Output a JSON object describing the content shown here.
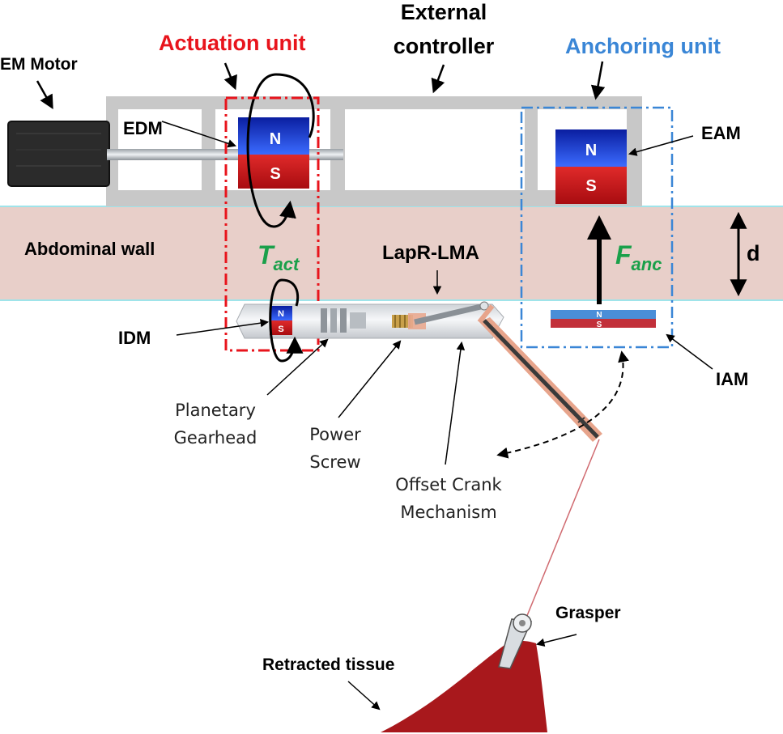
{
  "labels": {
    "em_motor": "EM Motor",
    "actuation_unit": "Actuation unit",
    "external_controller_line1": "External",
    "external_controller_line2": "controller",
    "anchoring_unit": "Anchoring unit",
    "edm": "EDM",
    "eam": "EAM",
    "abdominal_wall": "Abdominal wall",
    "t_act_main": "T",
    "t_act_sub": "act",
    "lapr_lma": "LapR-LMA",
    "f_anc_main": "F",
    "f_anc_sub": "anc",
    "d": "d",
    "idm": "IDM",
    "iam": "IAM",
    "planetary_line1": "Planetary",
    "planetary_line2": "Gearhead",
    "power_line1": "Power",
    "power_line2": "Screw",
    "offset_line1": "Offset Crank",
    "offset_line2": "Mechanism",
    "grasper": "Grasper",
    "retracted_tissue": "Retracted tissue"
  },
  "magnet_poles": {
    "north": "N",
    "south": "S"
  },
  "colors": {
    "actuation_unit": "#e8141c",
    "anchoring_unit": "#3a86d6",
    "green_symbol": "#1aa04a",
    "abdominal_wall": "#e8cfc9",
    "controller_frame": "#c8c8c8",
    "magnet_north": "#1633c8",
    "magnet_south": "#d0161c",
    "tissue": "#a8181c",
    "crank_arm": "#e7a48b"
  }
}
